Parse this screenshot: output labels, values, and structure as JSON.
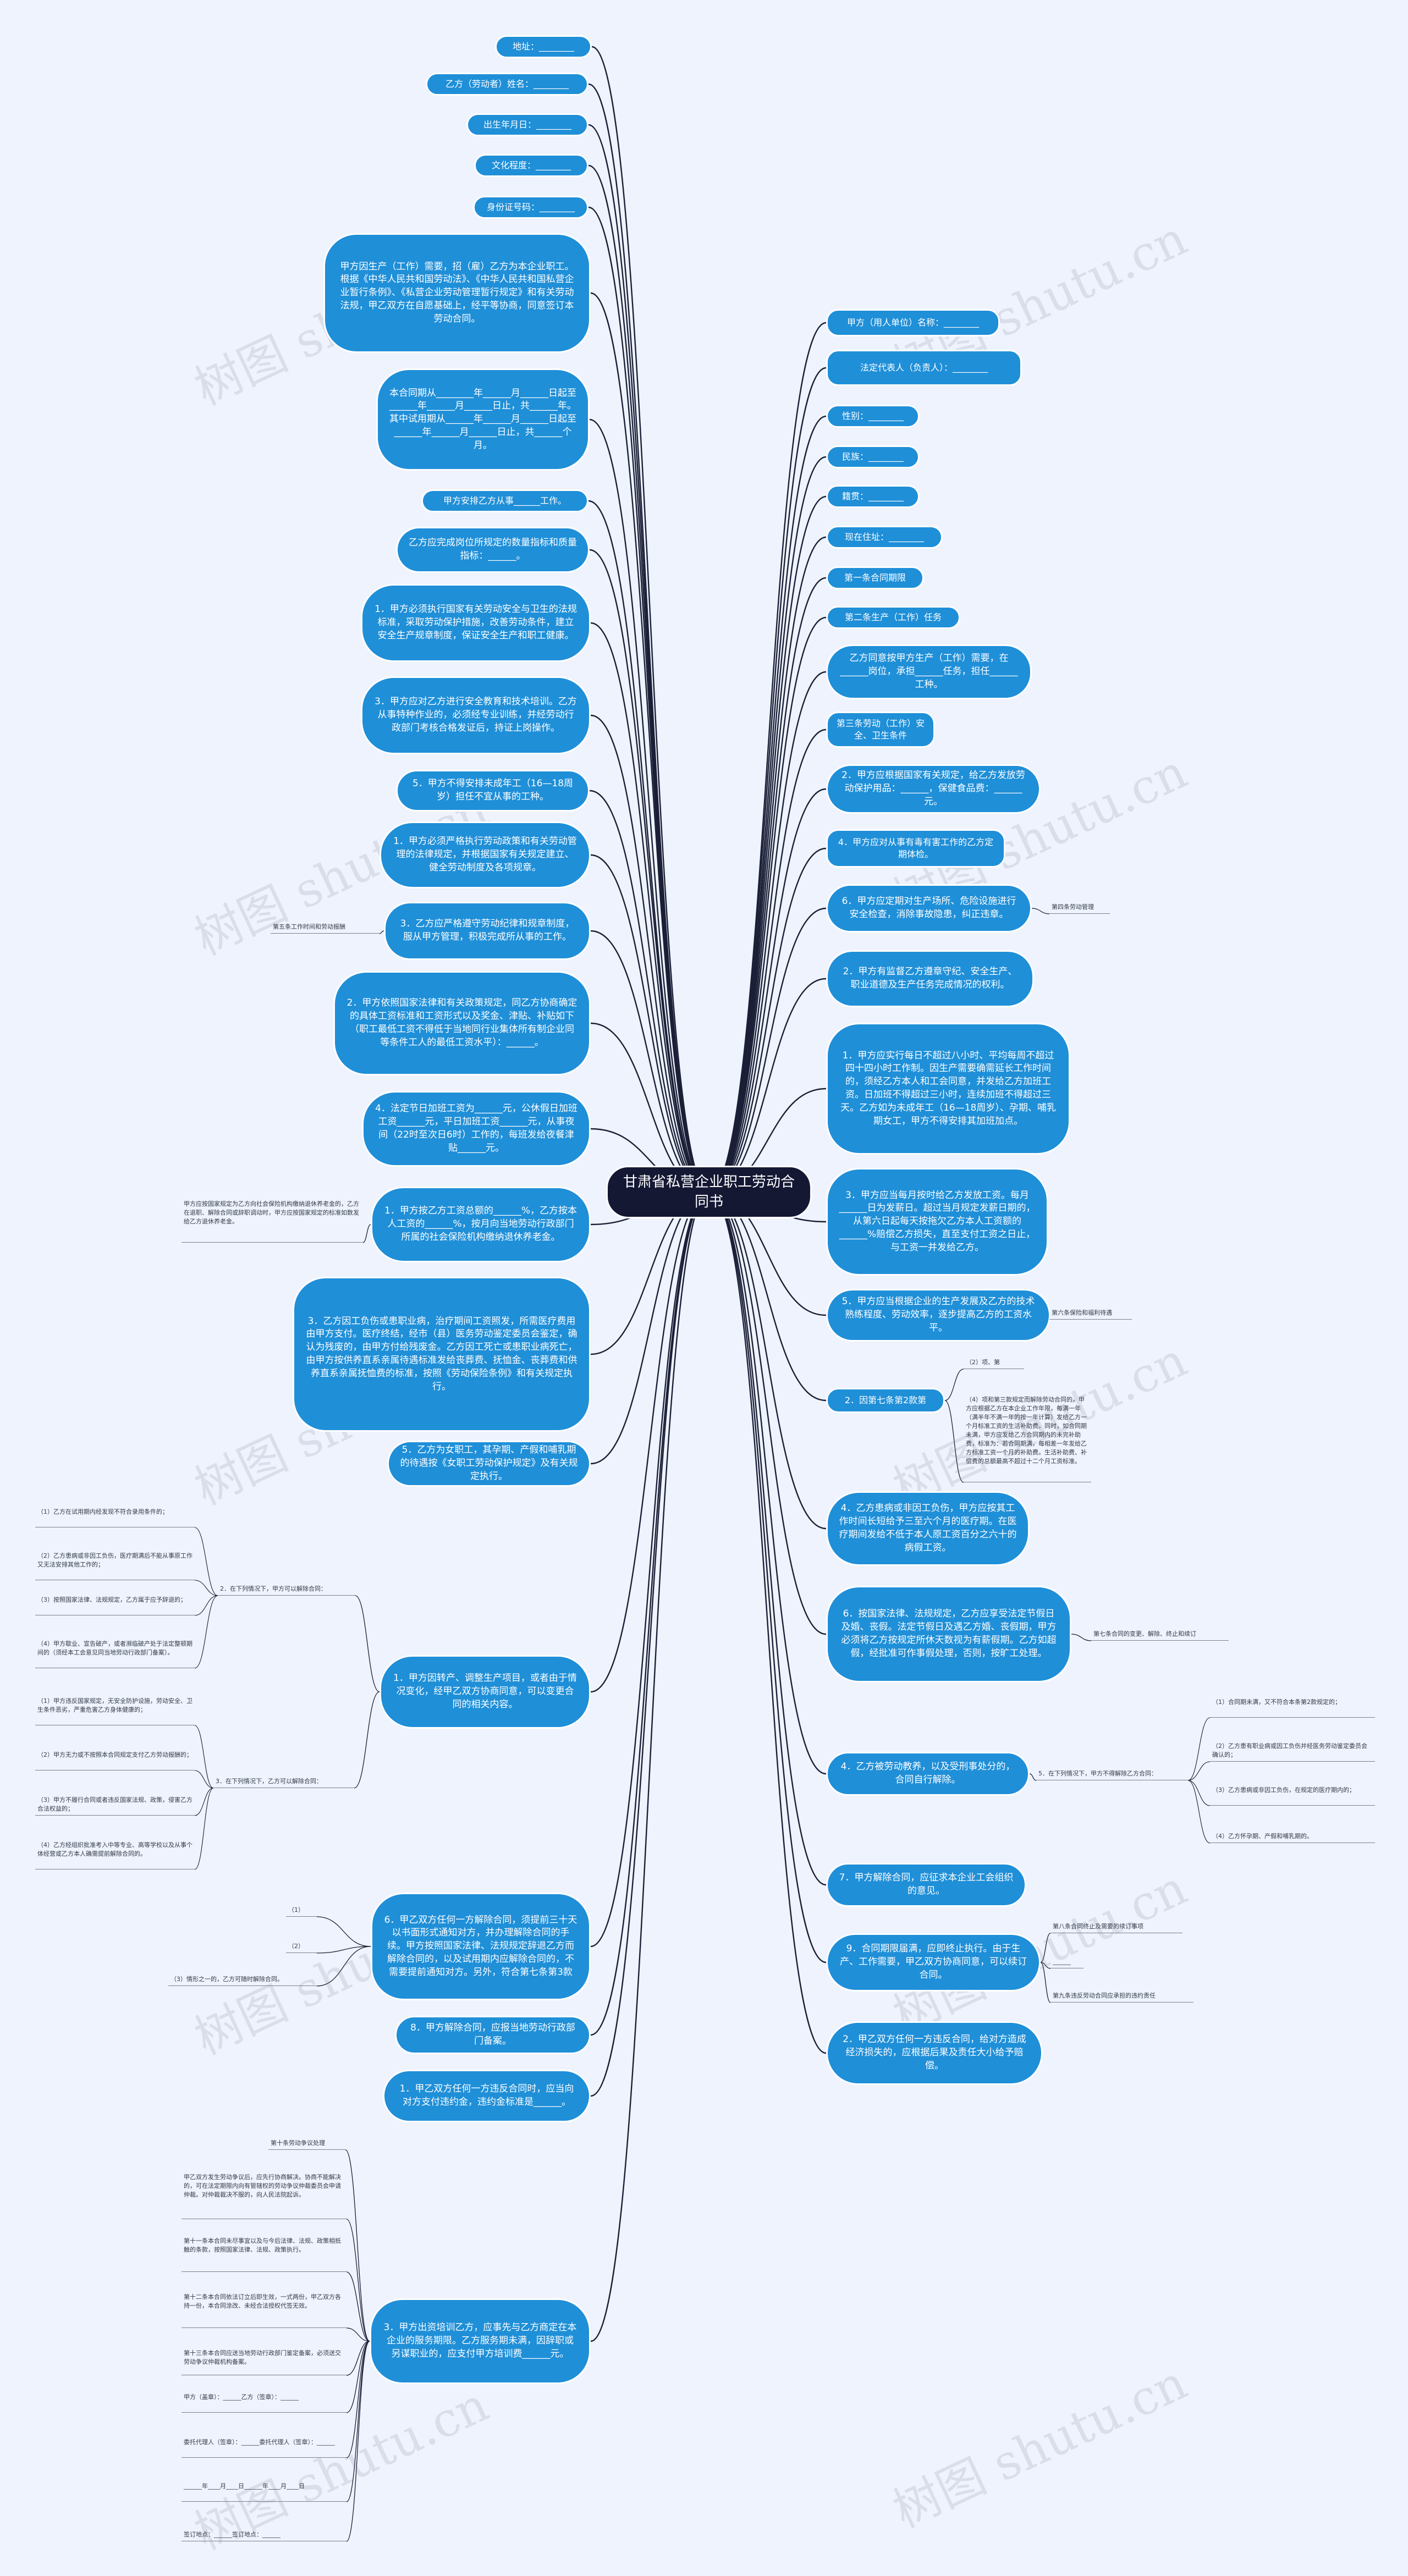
{
  "root": {
    "title": "甘肃省私营企业职工劳动合同书"
  },
  "watermark": "树图 shutu.cn",
  "colors": {
    "node": "#1f8fd8",
    "root": "#141833",
    "line": "#1a1f36",
    "background": "#eef3fd"
  },
  "left_nodes": [
    "地址：________",
    "乙方（劳动者）姓名：________",
    "出生年月日：________",
    "文化程度：________",
    "身份证号码：________",
    "甲方因生产（工作）需要，招（雇）乙方为本企业职工。根据《中华人民共和国劳动法》、《中华人民共和国私营企业暂行条例》、《私营企业劳动管理暂行规定》和有关劳动法规，甲乙双方在自愿基础上，经平等协商，同意签订本劳动合同。",
    "本合同期从________年______月______日起至______年______月______日止，共______年。其中试用期从______年______月______日起至______年______月______日止，共______个月。",
    "甲方安排乙方从事______工作。",
    "乙方应完成岗位所规定的数量指标和质量指标：______。",
    "1．甲方必须执行国家有关劳动安全与卫生的法规标准，采取劳动保护措施，改善劳动条件，建立安全生产规章制度，保证安全生产和职工健康。",
    "3．甲方应对乙方进行安全教育和技术培训。乙方从事特种作业的，必须经专业训练，并经劳动行政部门考核合格发证后，持证上岗操作。",
    "5．甲方不得安排未成年工（16—18周岁）担任不宜从事的工种。",
    "1．甲方必须严格执行劳动政策和有关劳动管理的法律规定，并根据国家有关规定建立、健全劳动制度及各项规章。",
    "3．乙方应严格遵守劳动纪律和规章制度，服从甲方管理，积极完成所从事的工作。",
    "2．甲方依照国家法律和有关政策规定，同乙方协商确定的具体工资标准和工资形式以及奖金、津贴、补贴如下（职工最低工资不得低于当地同行业集体所有制企业同等条件工人的最低工资水平）：______。",
    "4．法定节日加班工资为______元，公休假日加班工资______元，平日加班工资______元，从事夜间（22时至次日6时）工作的，每班发给夜餐津贴______元。",
    "1．甲方按乙方工资总额的______%，乙方按本人工资的______%，按月向当地劳动行政部门所属的社会保险机构缴纳退休养老金。",
    "3．乙方因工负伤或患职业病，治疗期间工资照发，所需医疗费用由甲方支付。医疗终结，经市（县）医务劳动鉴定委员会鉴定，确认为残废的，由甲方付给残废金。乙方因工死亡或患职业病死亡，由甲方按供养直系亲属待遇标准发给丧葬费、抚恤金、丧葬费和供养直系亲属抚恤费的标准，按照《劳动保险条例》和有关规定执行。",
    "5．乙方为女职工，其孕期、产假和哺乳期的待遇按《女职工劳动保护规定》及有关规定执行。",
    "1．甲方因转产、调整生产项目，或者由于情况变化，经甲乙双方协商同意，可以变更合同的相关内容。",
    "6．甲乙双方任何一方解除合同，须提前三十天以书面形式通知对方，并办理解除合同的手续。甲方按照国家法律、法规规定辞退乙方而解除合同的，以及试用期内应解除合同的，不需要提前通知对方。另外，符合第七条第3款",
    "8．甲方解除合同，应报当地劳动行政部门备案。",
    "1．甲乙双方任何一方违反合同时，应当向对方支付违约金，违约金标准是______。",
    "3．甲方出资培训乙方，应事先与乙方商定在本企业的服务期限。乙方服务期未满，因辞职或另谋职业的，应支付甲方培训费______元。"
  ],
  "right_nodes": [
    "甲方（用人单位）名称：________",
    "法定代表人（负责人）：________",
    "性别：________",
    "民族：________",
    "籍贯：________",
    "现在住址：________",
    "第一条合同期限",
    "第二条生产（工作）任务",
    "乙方同意按甲方生产（工作）需要，在______岗位，承担______任务，担任______工种。",
    "第三条劳动（工作）安全、卫生条件",
    "2．甲方应根据国家有关规定，给乙方发放劳动保护用品：______，保健食品费：______元。",
    "4．甲方应对从事有毒有害工作的乙方定期体检。",
    "6．甲方应定期对生产场所、危险设施进行安全检查，消除事故隐患，纠正违章。",
    "2．甲方有监督乙方遵章守纪、安全生产、职业道德及生产任务完成情况的权利。",
    "1．甲方应实行每日不超过八小时、平均每周不超过四十四小时工作制。因生产需要确需延长工作时间的，须经乙方本人和工会同意，并发给乙方加班工资。日加班不得超过三小时，连续加班不得超过三天。乙方如为未成年工（16—18周岁）、孕期、哺乳期女工，甲方不得安排其加班加点。",
    "3．甲方应当每月按时给乙方发放工资。每月______日为发薪日。超过当月规定发薪日期的，从第六日起每天按拖欠乙方本人工资额的______%赔偿乙方损失，直至支付工资之日止，与工资一并发给乙方。",
    "5．甲方应当根据企业的生产发展及乙方的技术熟练程度、劳动效率，逐步提高乙方的工资水平。",
    "2．因第七条第2款第",
    "4．乙方患病或非因工负伤，甲方应按其工作时间长短给予三至六个月的医疗期。在医疗期间发给不低于本人原工资百分之六十的病假工资。",
    "6．按国家法律、法规规定，乙方应享受法定节假日及婚、丧假。法定节假日及遇乙方婚、丧假期，甲方必须将乙方按规定所休天数视为有薪假期。乙方如超假，经批准可作事假处理，否则，按旷工处理。",
    "4．乙方被劳动教养，以及受刑事处分的，合同自行解除。",
    "7．甲方解除合同，应征求本企业工会组织的意见。",
    "9．合同期限届满，应即终止执行。由于生产、工作需要，甲乙双方协商同意，可以续订合同。",
    "2．甲乙双方任何一方违反合同，给对方造成经济损失的，应根据后果及责任大小给予赔偿。"
  ],
  "left_leaves": {
    "l5": "第五条工作时间和劳动报酬",
    "lp": "甲方应按国家规定为乙方向社会保险机构缴纳退休养老金的，乙方在退职、解除合同或辞职调动时，甲方应按国家规定的标准如数发给乙方退休养老金。",
    "g2": "2．在下列情况下，甲方可以解除合同：",
    "g2a": "（1）乙方在试用期内经发现不符合录用条件的；",
    "g2b": "（2）乙方患病或非因工负伤，医疗期满后不能从事原工作又无法安排其他工作的；",
    "g2c": "（3）按照国家法律、法规规定，乙方属于应予辞退的；",
    "g2d": "（4）甲方歇业、宣告破产，或者濒临破产处于法定整顿期间的（须经本工会意见同当地劳动行政部门备案）。",
    "g3": "3．在下列情况下，乙方可以解除合同：",
    "g3a": "（1）甲方违反国家规定，无安全防护设施，劳动安全、卫生条件恶劣，严重危害乙方身体健康的；",
    "g3b": "（2）甲方无力或不按照本合同规定支付乙方劳动报酬的；",
    "g3c": "（3）甲方不履行合同或者违反国家法规、政策，侵害乙方合法权益的；",
    "g3d": "（4）乙方经组织批准考入中等专业、高等学校以及从事个体经营或乙方本人确需提前解除合同的。",
    "g6a": "（1）______",
    "g6b": "（2）______",
    "g6c": "（3）情形之一的，乙方可随时解除合同。",
    "b0": "第十条劳动争议处理",
    "b1": "甲乙双方发生劳动争议后，应先行协商解决。协商不能解决的，可在法定期限内向有管辖权的劳动争议仲裁委员会申请仲裁。对仲裁裁决不服的，向人民法院起诉。",
    "b2": "第十一条本合同未尽事宜以及与今后法律、法规、政策相抵触的条款，按照国家法律、法规、政策执行。",
    "b3": "第十二条本合同依法订立后即生效，一式两份，甲乙双方各持一份，本合同涂改、未经合法授权代签无效。",
    "b4": "第十三条本合同应送当地劳动行政部门鉴定备案，必须送交劳动争议仲裁机构备案。",
    "b5": "甲方（盖章）：______乙方（签章）：______",
    "b6": "委托代理人（签章）：______委托代理人（签章）：______",
    "b7": "______年____月____日______年____月____日",
    "b8": "签订地点：______签订地点：______"
  },
  "right_leaves": {
    "r4": "第四条劳动管理",
    "r6": "第六条保险和福利待遇",
    "r7a": "（2）项、第",
    "r7b": "（4）项和第三款规定而解除劳动合同的，甲方应根据乙方在本企业工作年限，每满一年（满半年不满一年的按一年计算）发给乙方一个月标准工资的生活补助费。同时，如合同期未满，甲方应发给乙方合同期内的未完补助费，标准为：若合同期满，每相差一年发给乙方标准工资一个月的补助费。生活补助费、补偿费的总额最高不超过十二个月工资标准。",
    "r7": "第七条合同的变更、解除、终止和续订",
    "r5": "5．在下列情况下，甲方不得解除乙方合同：",
    "r5a": "（1）合同期未满，又不符合本条第2款规定的；",
    "r5b": "（2）乙方患有职业病或因工负伤并经医务劳动鉴定委员会确认的；",
    "r5c": "（3）乙方患病或非因工负伤，在规定的医疗期内的；",
    "r5d": "（4）乙方怀孕期、产假和哺乳期的。",
    "r8": "第八条合同终止及需要的续订事项",
    "r8b": "______",
    "r9": "第九条违反劳动合同应承担的违约责任"
  }
}
